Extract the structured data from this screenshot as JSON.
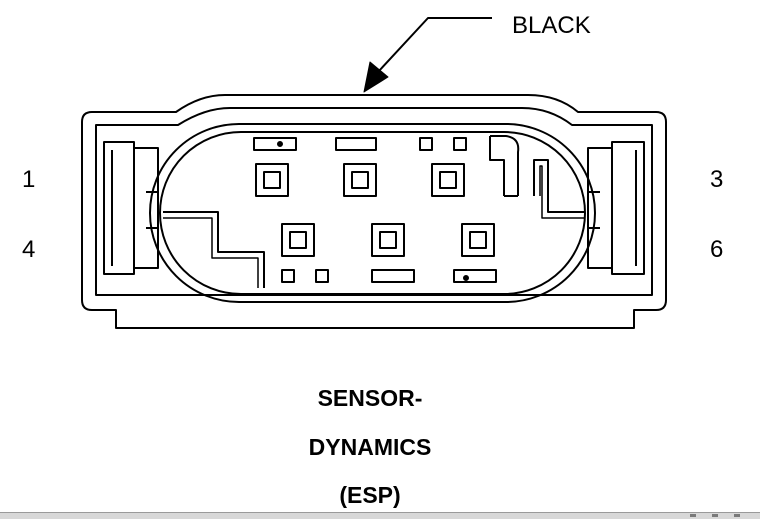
{
  "callout": {
    "color_label": "BLACK"
  },
  "pins": {
    "top_left": "1",
    "top_right": "3",
    "bottom_left": "4",
    "bottom_right": "6"
  },
  "caption": {
    "line1": "SENSOR-",
    "line2": "DYNAMICS",
    "line3": "(ESP)"
  },
  "colors": {
    "stroke": "#000000",
    "background": "#ffffff"
  }
}
